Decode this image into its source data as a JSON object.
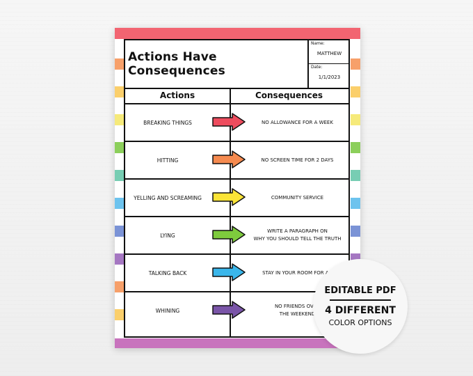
{
  "worksheet": {
    "title": "Actions Have Consequences",
    "name_label": "Name:",
    "name_value": "MATTHEW",
    "date_label": "Date:",
    "date_value": "1/1/2023",
    "col_actions": "Actions",
    "col_consequences": "Consequences",
    "rows": [
      {
        "action": "Breaking things",
        "consequence": "No allowance for a week",
        "arrow_color": "#ee4c5e"
      },
      {
        "action": "Hitting",
        "consequence": "No screen time for 2 days",
        "arrow_color": "#f58a4f"
      },
      {
        "action": "Yelling and screaming",
        "consequence": "Community service",
        "arrow_color": "#fbe437"
      },
      {
        "action": "Lying",
        "consequence": "Write a paragraph on\nwhy you should tell the truth",
        "arrow_color": "#7ecb3d"
      },
      {
        "action": "Talking back",
        "consequence": "Stay in your room for an",
        "arrow_color": "#3ab6ea"
      },
      {
        "action": "Whining",
        "consequence": "No friends over\nthe weekend",
        "arrow_color": "#7a55a8"
      }
    ]
  },
  "badge": {
    "line1": "EDITABLE PDF",
    "line2": "4 DIFFERENT",
    "line3": "COLOR OPTIONS"
  },
  "colors": {
    "stripe_sequence": [
      "#f7a06a",
      "#fbcf6b",
      "#f6ea7a",
      "#8ccf5b",
      "#77cdb3",
      "#6dc3ee",
      "#7b93d6",
      "#a577c2"
    ],
    "band_top": "#f26471",
    "band_bottom": "#c873bd"
  }
}
